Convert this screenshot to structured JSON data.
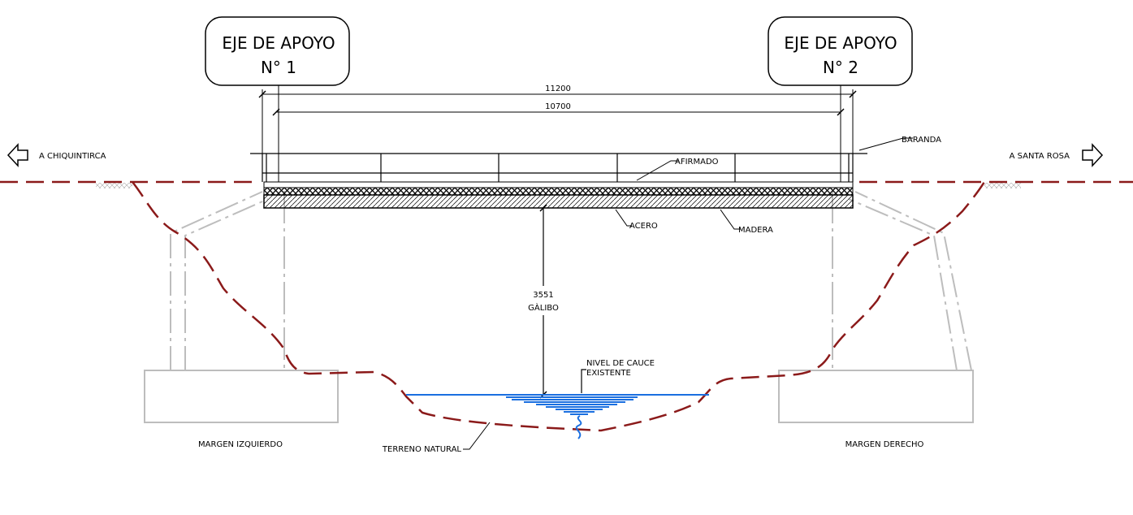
{
  "axes": {
    "left": {
      "line1": "EJE DE APOYO",
      "line2": "N° 1"
    },
    "right": {
      "line1": "EJE DE APOYO",
      "line2": "N° 2"
    }
  },
  "dimensions": {
    "total": "11200",
    "inner": "10700",
    "clearance_value": "3551",
    "clearance_label": "GÀLIBO"
  },
  "directions": {
    "left": "A CHIQUINTIRCA",
    "right": "A SANTA ROSA"
  },
  "callouts": {
    "baranda": "BARANDA",
    "afirmado": "AFIRMADO",
    "acero": "ACERO",
    "madera": "MADERA",
    "nivel_line1": "NIVEL DE CAUCE",
    "nivel_line2": "EXISTENTE",
    "terreno": "TERRENO NATURAL"
  },
  "margins": {
    "left": "MARGEN IZQUIERDO",
    "right": "MARGEN DERECHO"
  },
  "colors": {
    "terrain": "#8b1a1a",
    "water": "#1a6fe0",
    "structure": "#bdbdbd"
  }
}
